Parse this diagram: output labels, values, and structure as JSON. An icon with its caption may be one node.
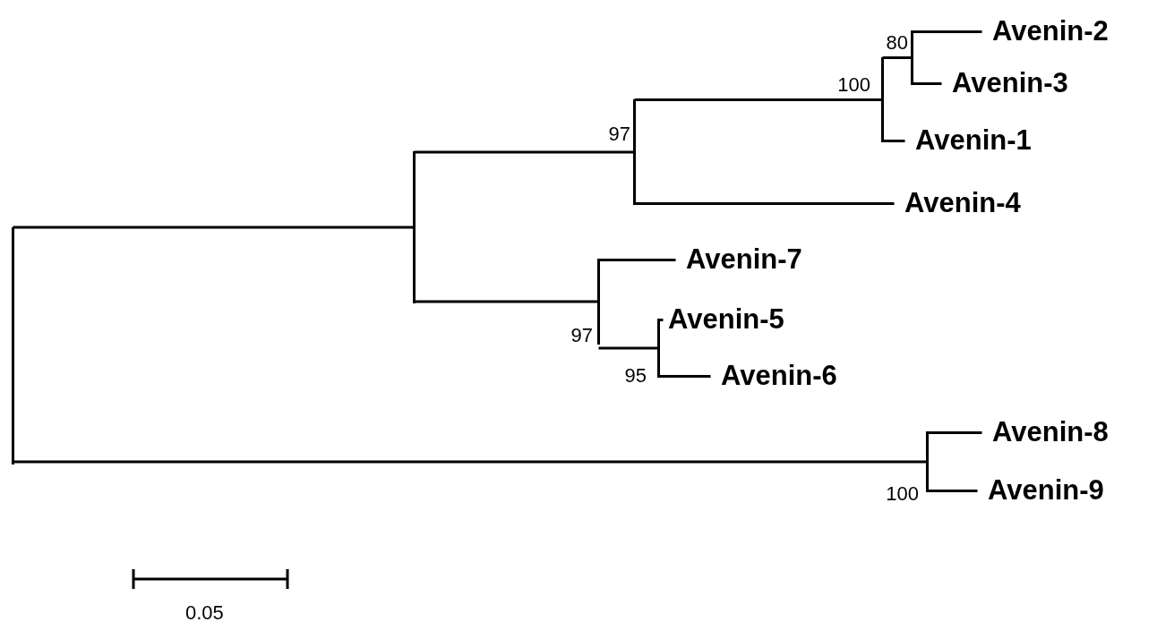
{
  "diagram": {
    "nodes": [
      {
        "text": [],
        "shape": "bar"
      },
      {
        "text": [],
        "shape": "bar"
      },
      {
        "text": [],
        "shape": "bar",
        "beside": [
          "97"
        ]
      },
      {
        "text": [],
        "shape": "bar",
        "beside": [
          "100"
        ]
      },
      {
        "text": [],
        "shape": "bar",
        "beside": [
          "80"
        ]
      },
      {
        "text": [
          "Avenin-2"
        ]
      },
      {
        "text": [
          "Avenin-3"
        ]
      },
      {
        "text": [
          "Avenin-1"
        ]
      },
      {
        "text": [
          "Avenin-4"
        ]
      },
      {
        "text": [],
        "shape": "bar",
        "beside": [
          "97"
        ]
      },
      {
        "text": [
          "Avenin-7"
        ]
      },
      {
        "text": [],
        "shape": "bar",
        "beside": [
          "95"
        ]
      },
      {
        "text": [
          "Avenin-5"
        ]
      },
      {
        "text": [
          "Avenin-6"
        ]
      },
      {
        "text": [],
        "shape": "bar",
        "beside": [
          "100"
        ]
      },
      {
        "text": [
          "Avenin-8"
        ]
      },
      {
        "text": [
          "Avenin-9"
        ]
      }
    ],
    "edges": [
      {
        "from": 0,
        "to": 1,
        "arrow": "none"
      },
      {
        "from": 1,
        "to": 2,
        "arrow": "none"
      },
      {
        "from": 2,
        "to": 3,
        "arrow": "none"
      },
      {
        "from": 3,
        "to": 4,
        "arrow": "none"
      },
      {
        "from": 4,
        "to": 5,
        "arrow": "none"
      },
      {
        "from": 4,
        "to": 6,
        "arrow": "none"
      },
      {
        "from": 3,
        "to": 7,
        "arrow": "none"
      },
      {
        "from": 2,
        "to": 8,
        "arrow": "none"
      },
      {
        "from": 1,
        "to": 9,
        "arrow": "none"
      },
      {
        "from": 9,
        "to": 10,
        "arrow": "none"
      },
      {
        "from": 9,
        "to": 11,
        "arrow": "none"
      },
      {
        "from": 11,
        "to": 12,
        "arrow": "none"
      },
      {
        "from": 11,
        "to": 13,
        "arrow": "none"
      },
      {
        "from": 0,
        "to": 14,
        "arrow": "none"
      },
      {
        "from": 14,
        "to": 15,
        "arrow": "none"
      },
      {
        "from": 14,
        "to": 16,
        "arrow": "none"
      }
    ],
    "labels": [
      "0.05"
    ]
  }
}
